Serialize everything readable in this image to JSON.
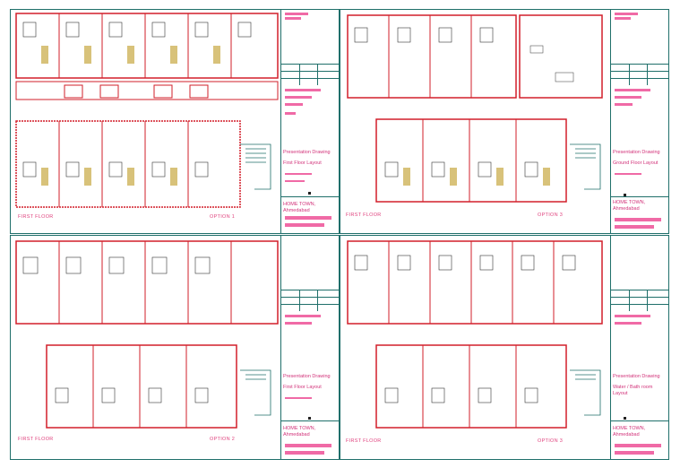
{
  "sheets": [
    {
      "floor_label": "FIRST FLOOR",
      "option_label": "OPTION 1",
      "drawing_title": "Presentation Drawing",
      "drawing_subtitle": "First Floor Layout",
      "client_line1": "HOME TOWN,",
      "client_line2": "Ahmedabad"
    },
    {
      "floor_label": "FIRST FLOOR",
      "option_label": "OPTION 3",
      "drawing_title": "Presentation Drawing",
      "drawing_subtitle": "Ground Floor Layout",
      "client_line1": "HOME TOWN,",
      "client_line2": "Ahmedabad"
    },
    {
      "floor_label": "FIRST FLOOR",
      "option_label": "OPTION 2",
      "drawing_title": "Presentation Drawing",
      "drawing_subtitle": "First Floor Layout",
      "client_line1": "HOME TOWN,",
      "client_line2": "Ahmedabad"
    },
    {
      "floor_label": "FIRST FLOOR",
      "option_label": "OPTION 3",
      "drawing_title": "Presentation Drawing",
      "drawing_subtitle": "Water / Bath room",
      "drawing_subtitle2": "Layout",
      "client_line1": "HOME TOWN,",
      "client_line2": "Ahmedabad"
    }
  ],
  "colors": {
    "wall": "#d21f2a",
    "border": "#1f6f6a",
    "annotation": "#f06aa6",
    "furniture": "#8a6a2a"
  }
}
